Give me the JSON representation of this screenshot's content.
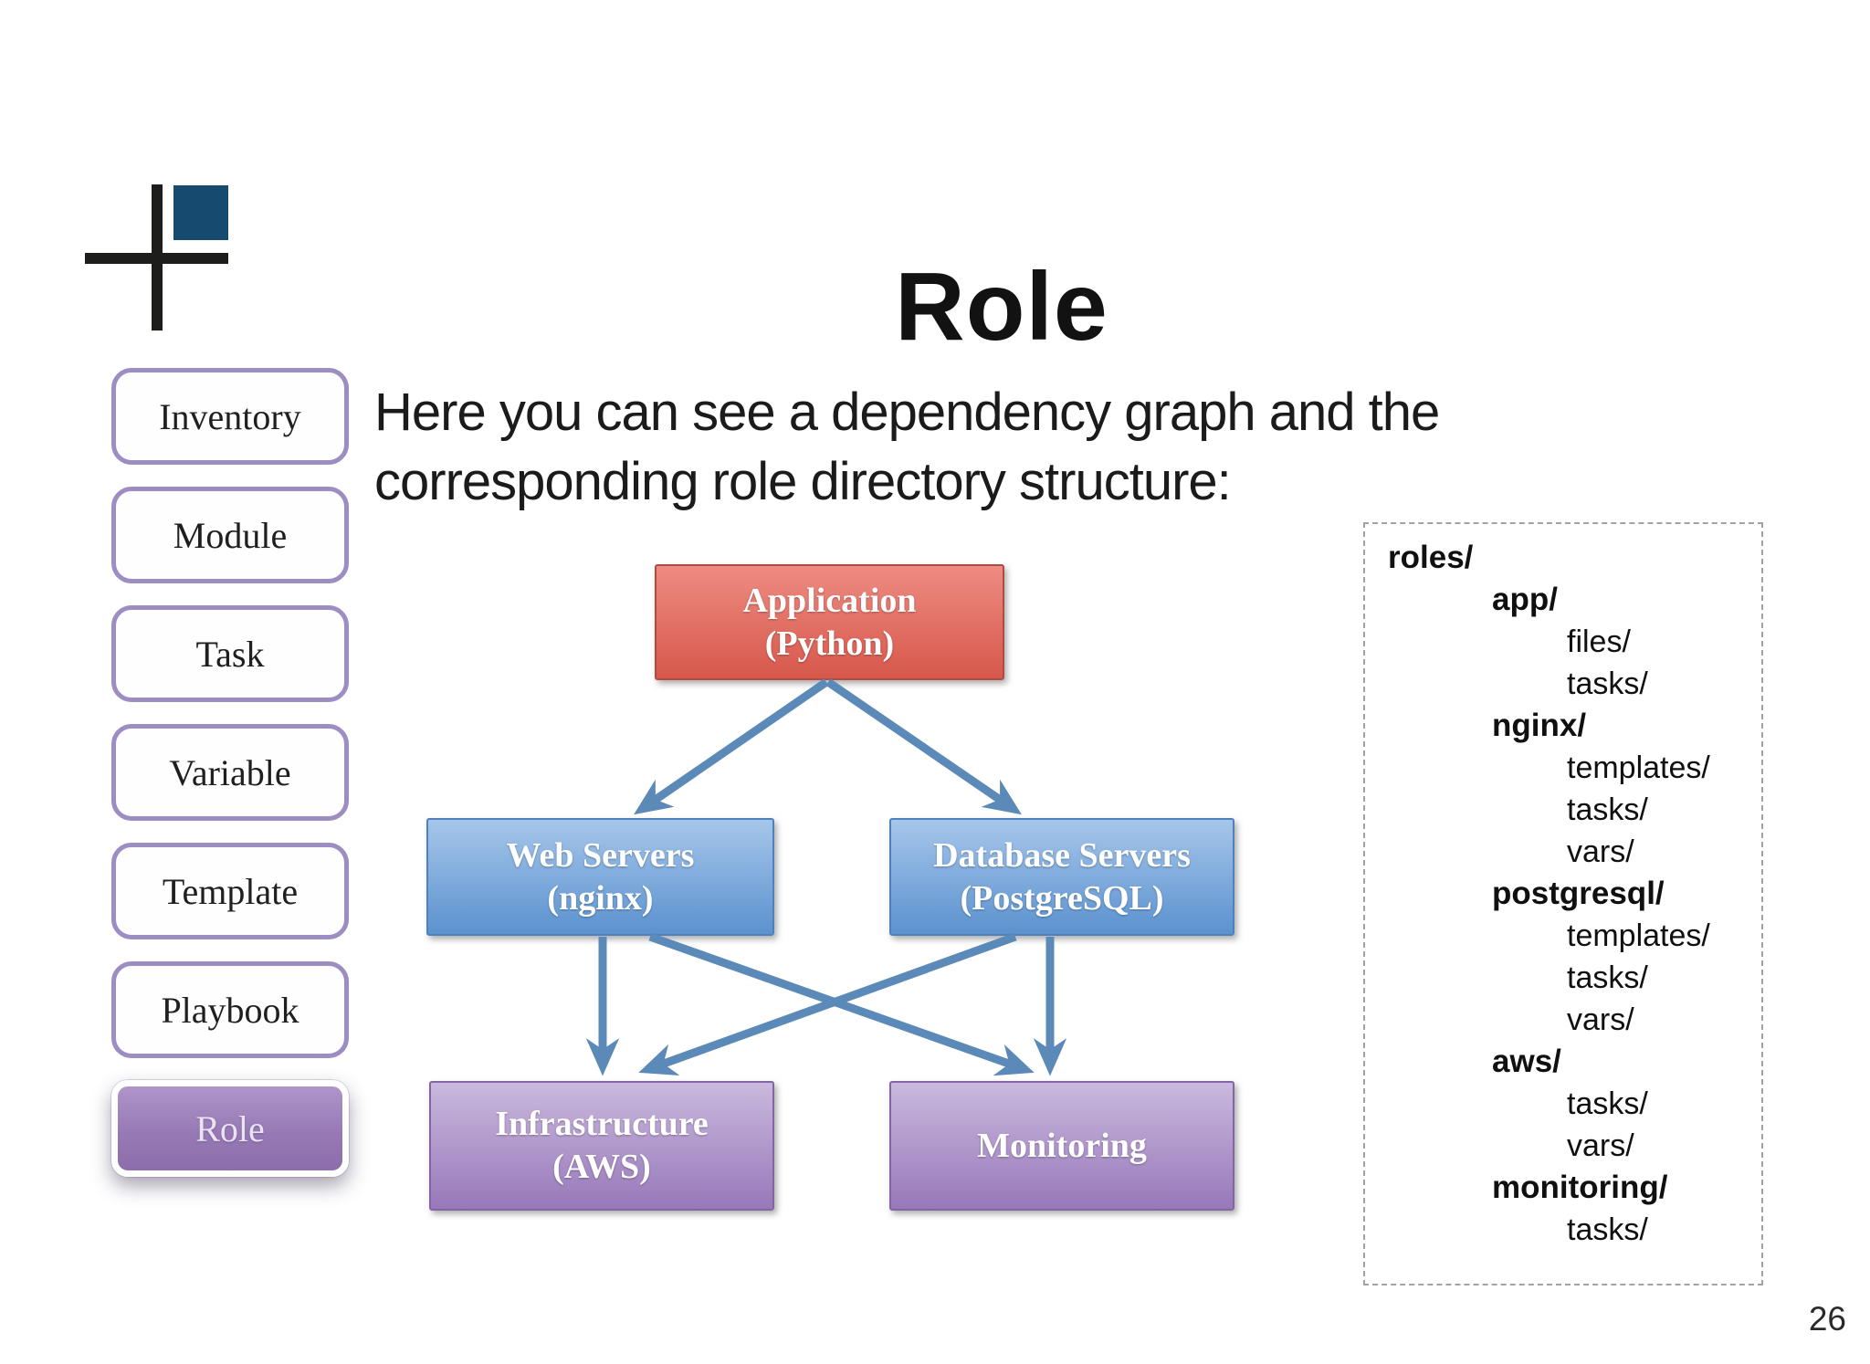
{
  "slide": {
    "title": "Role",
    "intro_lines": [
      "Here you can see a dependency graph and the",
      "corresponding role directory structure:"
    ],
    "page_number": "26"
  },
  "colors": {
    "logo_square": "#164a6e",
    "logo_cross": "#1d1d1b",
    "sidebar_border": "#9d8dc2",
    "sidebar_active_fill": "#977ab5"
  },
  "sidebar": {
    "items": [
      {
        "label": "Inventory",
        "active": false
      },
      {
        "label": "Module",
        "active": false
      },
      {
        "label": "Task",
        "active": false
      },
      {
        "label": "Variable",
        "active": false
      },
      {
        "label": "Template",
        "active": false
      },
      {
        "label": "Playbook",
        "active": false
      },
      {
        "label": "Role",
        "active": true
      }
    ]
  },
  "diagram": {
    "nodes": [
      {
        "id": "application",
        "line1": "Application",
        "line2": "(Python)",
        "color": "red"
      },
      {
        "id": "web-servers",
        "line1": "Web Servers",
        "line2": "(nginx)",
        "color": "blue"
      },
      {
        "id": "database-servers",
        "line1": "Database Servers",
        "line2": "(PostgreSQL)",
        "color": "blue"
      },
      {
        "id": "infrastructure",
        "line1": "Infrastructure",
        "line2": "(AWS)",
        "color": "purple"
      },
      {
        "id": "monitoring",
        "line1": "Monitoring",
        "line2": "",
        "color": "purple"
      }
    ],
    "edges": [
      {
        "from": "application",
        "to": "web-servers"
      },
      {
        "from": "application",
        "to": "database-servers"
      },
      {
        "from": "web-servers",
        "to": "infrastructure"
      },
      {
        "from": "web-servers",
        "to": "monitoring"
      },
      {
        "from": "database-servers",
        "to": "infrastructure"
      },
      {
        "from": "database-servers",
        "to": "monitoring"
      }
    ],
    "palette": {
      "red": {
        "top": "#ee8c82",
        "bottom": "#d7574b",
        "border": "#b04b43"
      },
      "blue": {
        "top": "#a6c6ea",
        "bottom": "#5b92cf",
        "border": "#4f81bd"
      },
      "purple": {
        "top": "#cab9de",
        "bottom": "#9778b9",
        "border": "#8464a2"
      },
      "arrow": "#5b8ab8"
    }
  },
  "directory": {
    "entries": [
      {
        "text": "roles/",
        "level": 0,
        "bold": true
      },
      {
        "text": "app/",
        "level": 1,
        "bold": true
      },
      {
        "text": "files/",
        "level": 2,
        "bold": false
      },
      {
        "text": "tasks/",
        "level": 2,
        "bold": false
      },
      {
        "text": "nginx/",
        "level": 1,
        "bold": true
      },
      {
        "text": "templates/",
        "level": 2,
        "bold": false
      },
      {
        "text": "tasks/",
        "level": 2,
        "bold": false
      },
      {
        "text": "vars/",
        "level": 2,
        "bold": false
      },
      {
        "text": "postgresql/",
        "level": 1,
        "bold": true
      },
      {
        "text": "templates/",
        "level": 2,
        "bold": false
      },
      {
        "text": "tasks/",
        "level": 2,
        "bold": false
      },
      {
        "text": "vars/",
        "level": 2,
        "bold": false
      },
      {
        "text": "aws/",
        "level": 1,
        "bold": true
      },
      {
        "text": "tasks/",
        "level": 2,
        "bold": false
      },
      {
        "text": "vars/",
        "level": 2,
        "bold": false
      },
      {
        "text": "monitoring/",
        "level": 1,
        "bold": true
      },
      {
        "text": "tasks/",
        "level": 2,
        "bold": false
      }
    ]
  }
}
